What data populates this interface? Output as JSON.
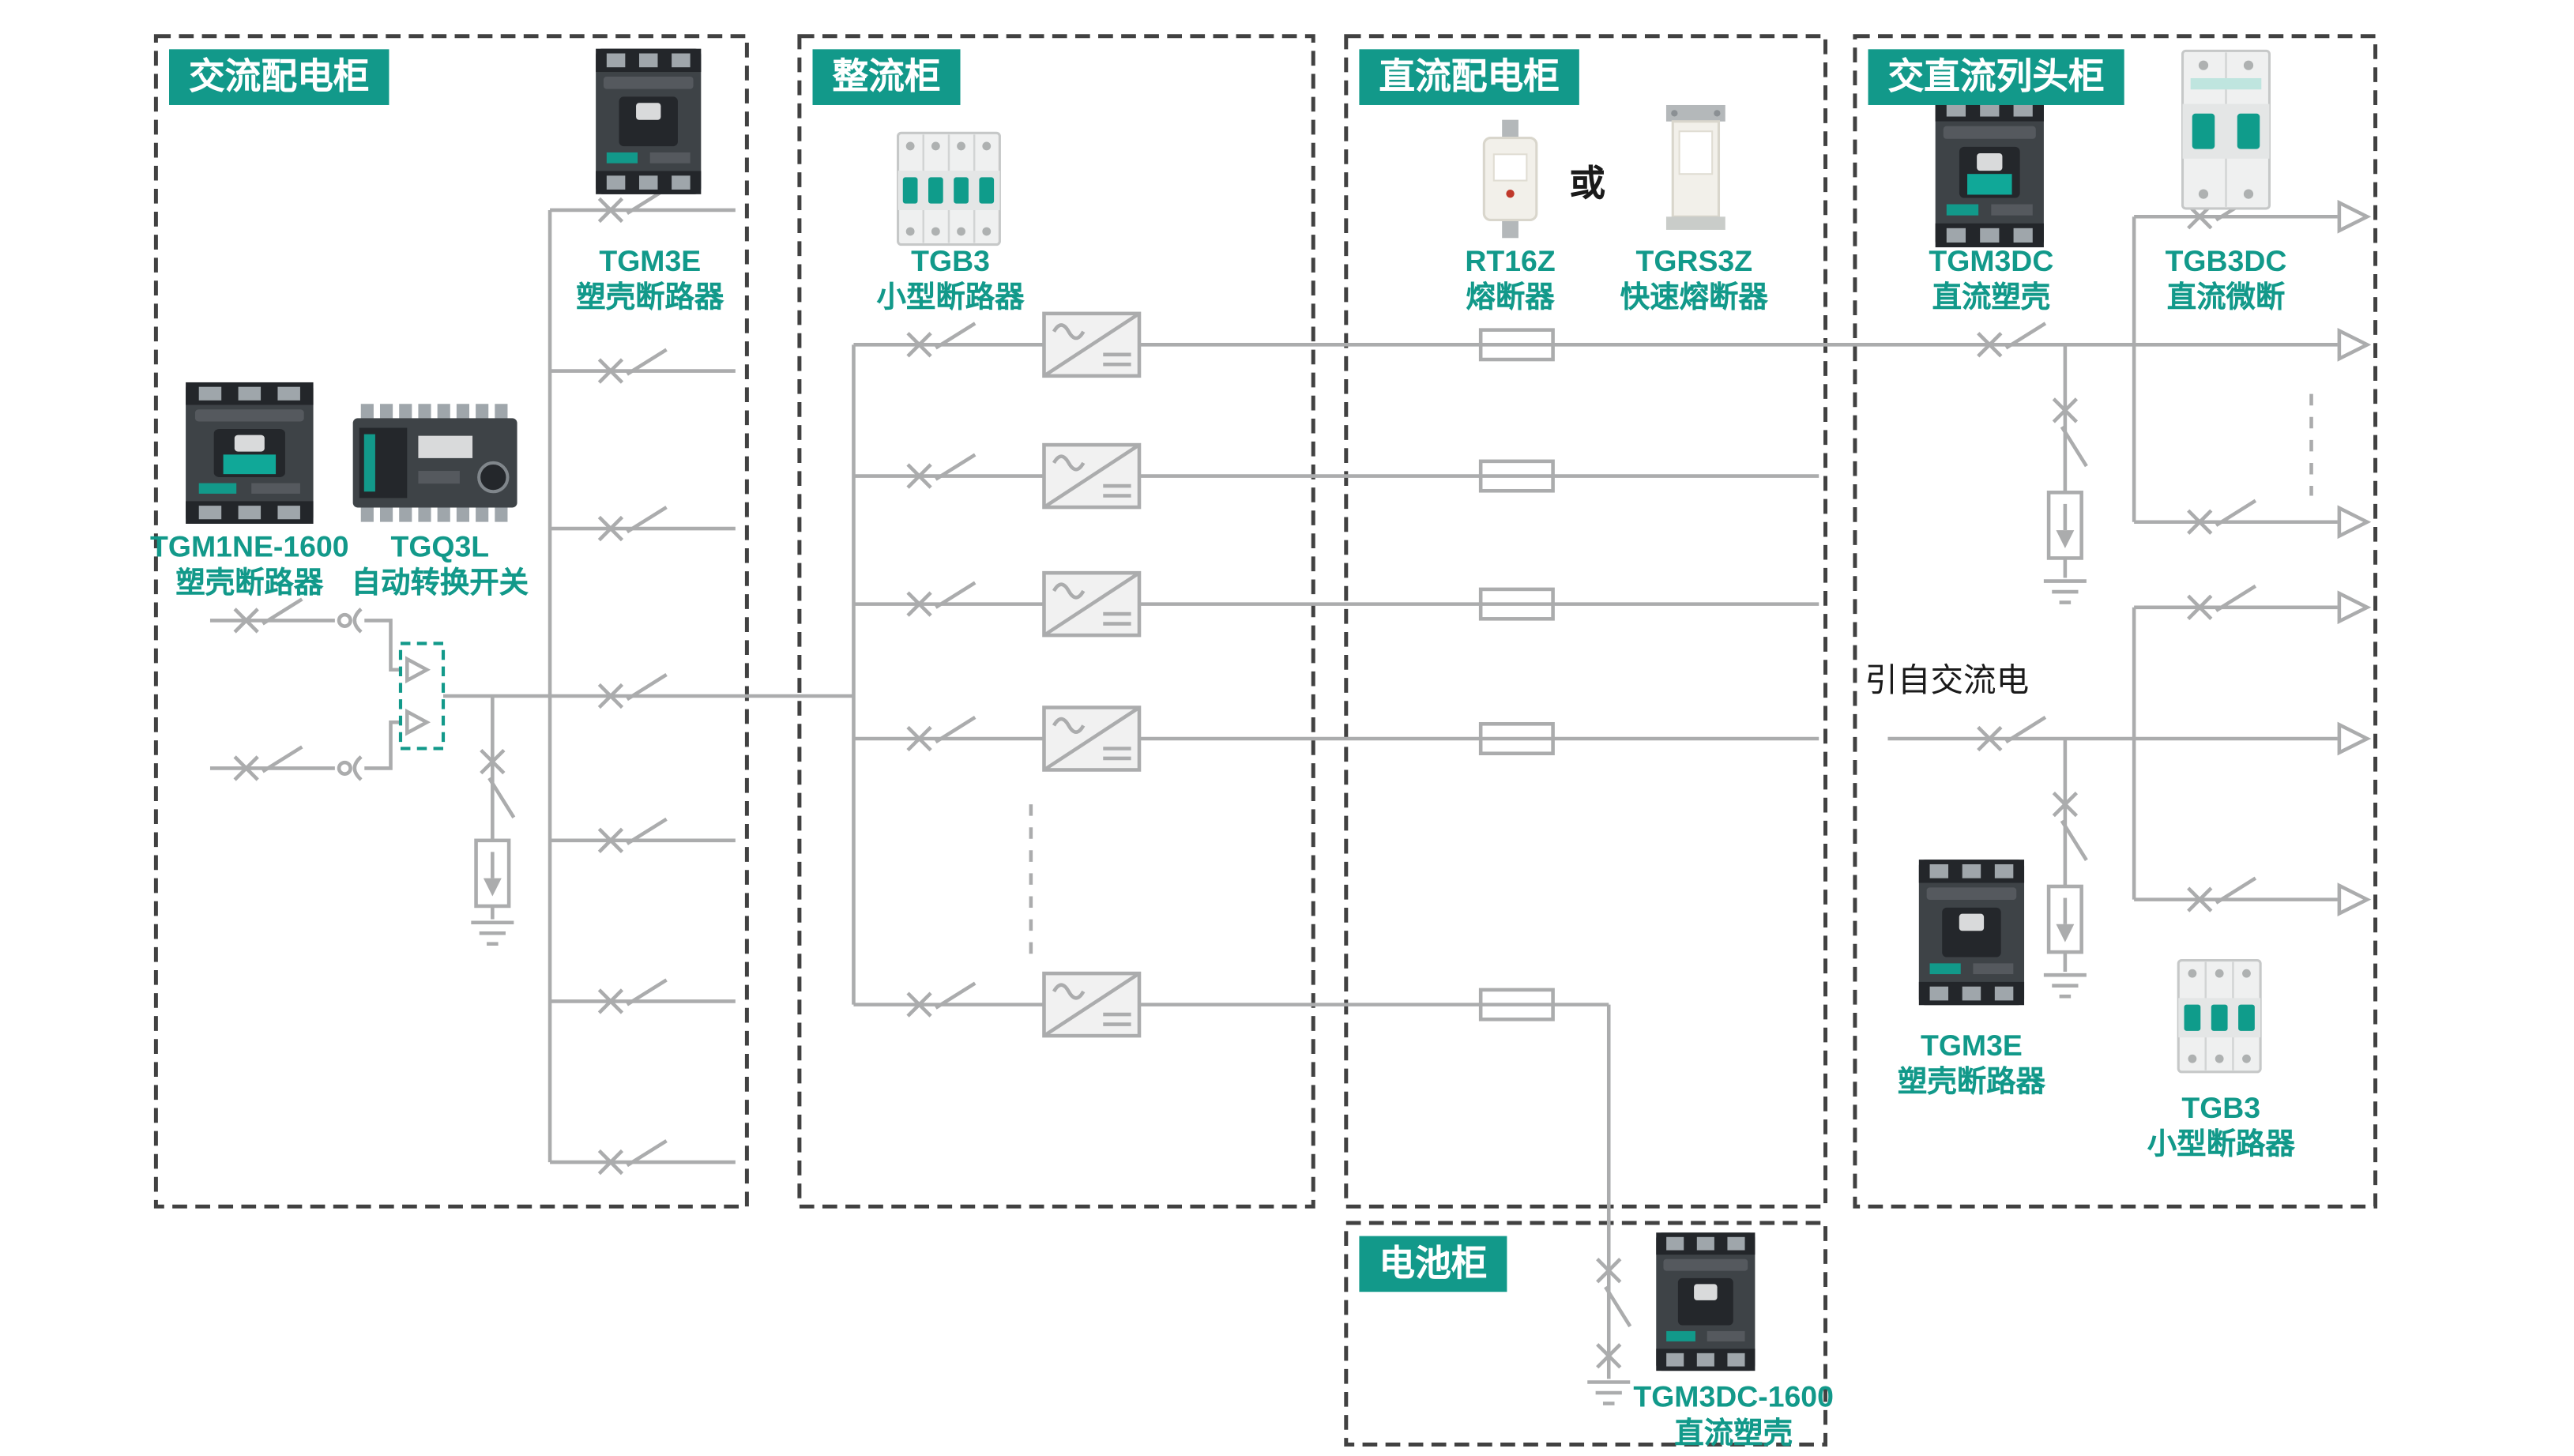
{
  "colors": {
    "accent_teal": "#12998a",
    "line_gray": "#abacad",
    "badge_text": "#ffffff"
  },
  "cabinets": {
    "ac": {
      "title": "交流配电柜"
    },
    "rectifier": {
      "title": "整流柜"
    },
    "dc": {
      "title": "直流配电柜"
    },
    "row_head": {
      "title": "交直流列头柜"
    },
    "battery": {
      "title": "电池柜"
    }
  },
  "products": {
    "tgm3e_ac": {
      "name": "TGM3E",
      "desc": "塑壳断路器"
    },
    "tgm1ne_1600": {
      "name": "TGM1NE-1600",
      "desc": "塑壳断路器"
    },
    "tgq3l": {
      "name": "TGQ3L",
      "desc": "自动转换开关"
    },
    "tgb3_rectifier": {
      "name": "TGB3",
      "desc": "小型断路器"
    },
    "rt16z": {
      "name": "RT16Z",
      "desc": "熔断器"
    },
    "tgrs3z": {
      "name": "TGRS3Z",
      "desc": "快速熔断器"
    },
    "tgm3dc": {
      "name": "TGM3DC",
      "desc": "直流塑壳"
    },
    "tgb3dc": {
      "name": "TGB3DC",
      "desc": "直流微断"
    },
    "tgm3e_row": {
      "name": "TGM3E",
      "desc": "塑壳断路器"
    },
    "tgb3_row": {
      "name": "TGB3",
      "desc": "小型断路器"
    },
    "tgm3dc_1600": {
      "name": "TGM3DC-1600",
      "desc": "直流塑壳"
    }
  },
  "annotations": {
    "or": "或",
    "from_ac": "引自交流电"
  }
}
